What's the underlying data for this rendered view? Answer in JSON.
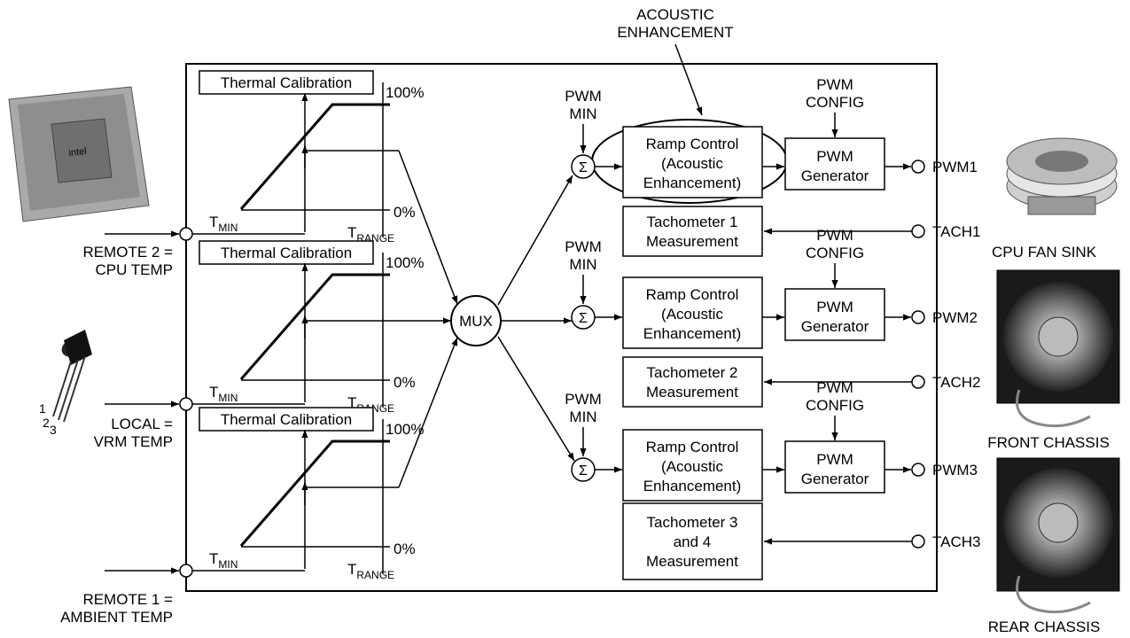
{
  "acoustic": {
    "line1": "ACOUSTIC",
    "line2": "ENHANCEMENT"
  },
  "inputs": [
    {
      "line1": "REMOTE 2 =",
      "line2": "CPU TEMP"
    },
    {
      "line1": "LOCAL =",
      "line2": "VRM TEMP"
    },
    {
      "line1": "REMOTE 1 =",
      "line2": "AMBIENT TEMP"
    }
  ],
  "calibration": {
    "label": "Thermal Calibration",
    "pct_high": "100%",
    "pct_low": "0%",
    "tmin_main": "T",
    "tmin_sub": "MIN",
    "trange_main": "T",
    "trange_sub": "RANGE"
  },
  "mux": {
    "label": "MUX"
  },
  "sigma": "Σ",
  "channels": [
    {
      "pwm_min": [
        "PWM",
        "MIN"
      ],
      "pwm_config": [
        "PWM",
        "CONFIG"
      ],
      "ramp": [
        "Ramp Control",
        "(Acoustic",
        "Enhancement)"
      ],
      "generator": [
        "PWM",
        "Generator"
      ],
      "tach_box": [
        "Tachometer 1",
        "Measurement"
      ],
      "pwm_out": "PWM1",
      "tach_out": "TACH1"
    },
    {
      "pwm_min": [
        "PWM",
        "MIN"
      ],
      "pwm_config": [
        "PWM",
        "CONFIG"
      ],
      "ramp": [
        "Ramp Control",
        "(Acoustic",
        "Enhancement)"
      ],
      "generator": [
        "PWM",
        "Generator"
      ],
      "tach_box": [
        "Tachometer 2",
        "Measurement"
      ],
      "pwm_out": "PWM2",
      "tach_out": "TACH2"
    },
    {
      "pwm_min": [
        "PWM",
        "MIN"
      ],
      "pwm_config": [
        "PWM",
        "CONFIG"
      ],
      "ramp": [
        "Ramp Control",
        "(Acoustic",
        "Enhancement)"
      ],
      "generator": [
        "PWM",
        "Generator"
      ],
      "tach_box": [
        "Tachometer 3",
        "and 4",
        "Measurement"
      ],
      "pwm_out": "PWM3",
      "tach_out": "TACH3"
    }
  ],
  "devices": {
    "fan_sink": "CPU FAN SINK",
    "front": "FRONT CHASSIS",
    "rear": "REAR CHASSIS",
    "pins": [
      "1",
      "2",
      "3"
    ]
  }
}
